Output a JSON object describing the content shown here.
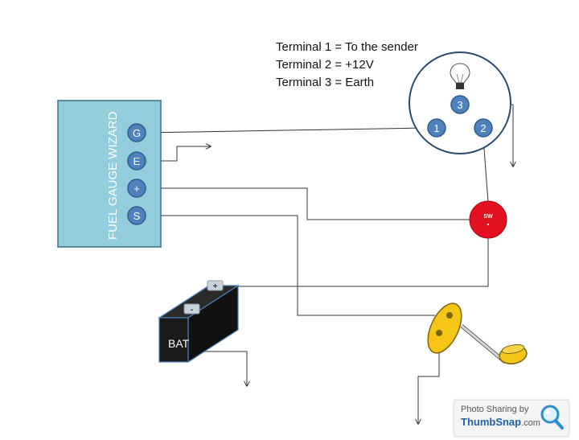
{
  "notes": {
    "line1": "Terminal 1 = To the sender",
    "line2": "Terminal 2 = +12V",
    "line3": "Terminal 3 = Earth"
  },
  "wizard": {
    "label": "FUEL GAUGE WIZARD",
    "terminals": [
      "G",
      "E",
      "+",
      "S"
    ]
  },
  "gauge": {
    "terminals": [
      "1",
      "2",
      "3"
    ],
    "bulb_icon": "bulb-icon"
  },
  "switch": {
    "label": "SW"
  },
  "battery": {
    "label": "BAT",
    "positive": "+",
    "negative": "-"
  },
  "watermark": {
    "line1": "Photo Sharing by",
    "brand": "ThumbSnap",
    "suffix": ".com",
    "icon": "magnifier-icon"
  },
  "colors": {
    "wizard_fill": "#92cddc",
    "terminal_fill": "#4f81bd",
    "switch_fill": "#e3101f",
    "sender_fill": "#f5c518",
    "battery_fill": "#1a1a1a"
  }
}
